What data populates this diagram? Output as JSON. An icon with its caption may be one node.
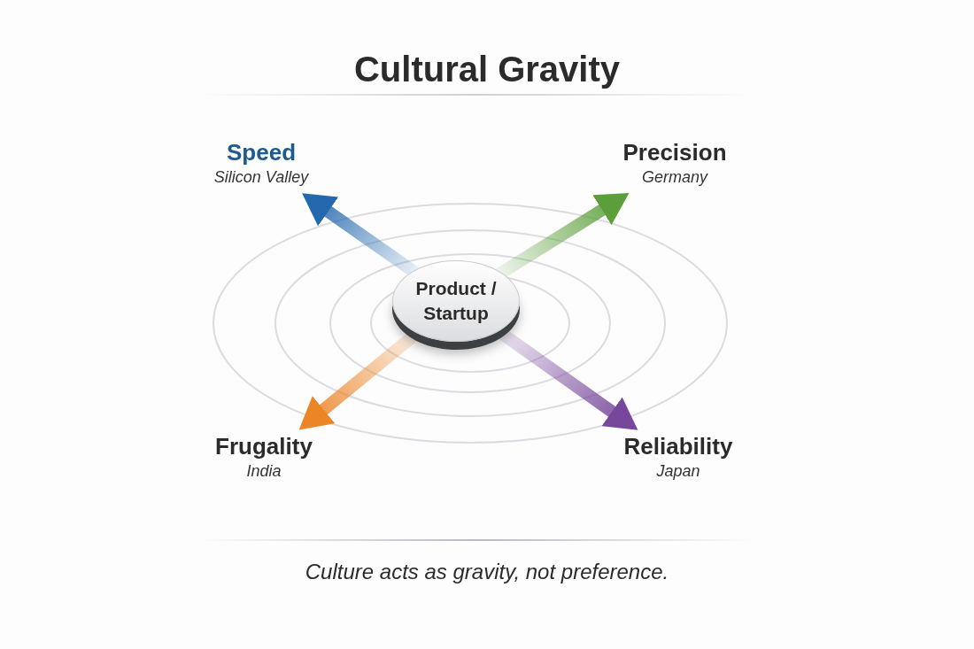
{
  "diagram": {
    "title": "Cultural Gravity",
    "caption": "Culture acts as gravity, not preference.",
    "nodes": [
      {
        "text": [
          "Product / Startup"
        ]
      },
      {
        "text": [
          "Speed",
          "Silicon Valley"
        ]
      },
      {
        "text": [
          "Precision",
          "Germany"
        ]
      },
      {
        "text": [
          "Frugality",
          "India"
        ]
      },
      {
        "text": [
          "Reliability",
          "Japan"
        ]
      }
    ],
    "edges": [
      {
        "from": 0,
        "to": 1,
        "arrow": "to",
        "color": "#2469ad"
      },
      {
        "from": 0,
        "to": 2,
        "arrow": "to",
        "color": "#5c9f3a"
      },
      {
        "from": 0,
        "to": 3,
        "arrow": "to",
        "color": "#ec8526"
      },
      {
        "from": 0,
        "to": 4,
        "arrow": "to",
        "color": "#76479a"
      }
    ]
  }
}
